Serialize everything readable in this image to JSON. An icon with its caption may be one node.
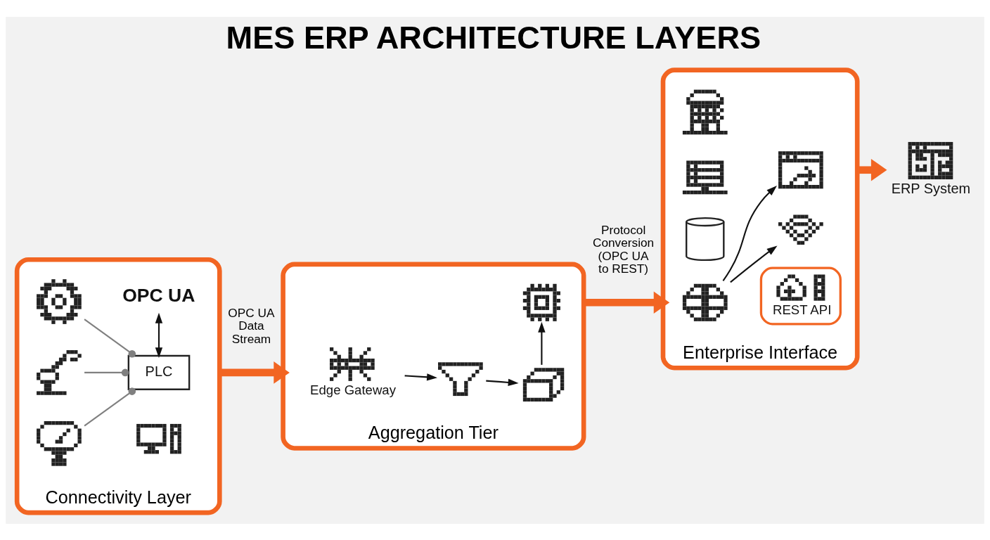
{
  "diagram": {
    "title": "MES ERP ARCHITECTURE LAYERS",
    "nodes": [
      {
        "text": [
          "Connectivity Layer"
        ]
      },
      {
        "text": [],
        "shape": "picture",
        "in": 0
      },
      {
        "text": [],
        "shape": "picture",
        "in": 0
      },
      {
        "text": [],
        "shape": "picture",
        "in": 0
      },
      {
        "text": [
          "PLC"
        ],
        "in": 0
      },
      {
        "text": [],
        "shape": "picture",
        "in": 0
      },
      {
        "text": [
          "OPC UA"
        ],
        "in": 0
      },
      {
        "text": [
          "Aggregation Tier"
        ]
      },
      {
        "text": [
          "Edge Gateway"
        ],
        "in": 7
      },
      {
        "text": [],
        "shape": "picture",
        "in": 7
      },
      {
        "text": [],
        "shape": "picture",
        "in": 7
      },
      {
        "text": [],
        "shape": "picture",
        "in": 7
      },
      {
        "text": [
          "Enterprise Interface"
        ]
      },
      {
        "text": [],
        "shape": "picture",
        "in": 12
      },
      {
        "text": [],
        "shape": "picture",
        "in": 12
      },
      {
        "text": [],
        "shape": "cylinder",
        "in": 12
      },
      {
        "text": [],
        "shape": "picture",
        "in": 12
      },
      {
        "text": [],
        "shape": "picture",
        "in": 12
      },
      {
        "text": [],
        "shape": "picture",
        "in": 12
      },
      {
        "text": [
          "REST API"
        ],
        "in": 12
      },
      {
        "text": [
          "ERP System"
        ]
      }
    ],
    "edges": [
      {
        "from": 1,
        "to": 4,
        "arrow": "other",
        "color": "#808080"
      },
      {
        "from": 2,
        "to": 4,
        "arrow": "other",
        "color": "#808080"
      },
      {
        "from": 3,
        "to": 4,
        "arrow": "other",
        "color": "#808080"
      },
      {
        "from": 4,
        "to": 6,
        "arrow": "both"
      },
      {
        "from": 0,
        "to": 7,
        "arrow": "to",
        "label": "OPC UA Data Stream",
        "style": "thick",
        "color": "#f26522"
      },
      {
        "from": 8,
        "to": 9,
        "arrow": "to"
      },
      {
        "from": 9,
        "to": 10,
        "arrow": "to"
      },
      {
        "from": 10,
        "to": 11,
        "arrow": "to"
      },
      {
        "from": 7,
        "to": 12,
        "arrow": "to",
        "label": "Protocol Conversion (OPC UA to REST)",
        "style": "thick",
        "color": "#f26522"
      },
      {
        "from": 17,
        "to": 16,
        "arrow": "to"
      },
      {
        "from": 17,
        "to": 18,
        "arrow": "to"
      },
      {
        "from": 12,
        "to": 20,
        "arrow": "to",
        "style": "thick",
        "color": "#f26522"
      }
    ]
  }
}
